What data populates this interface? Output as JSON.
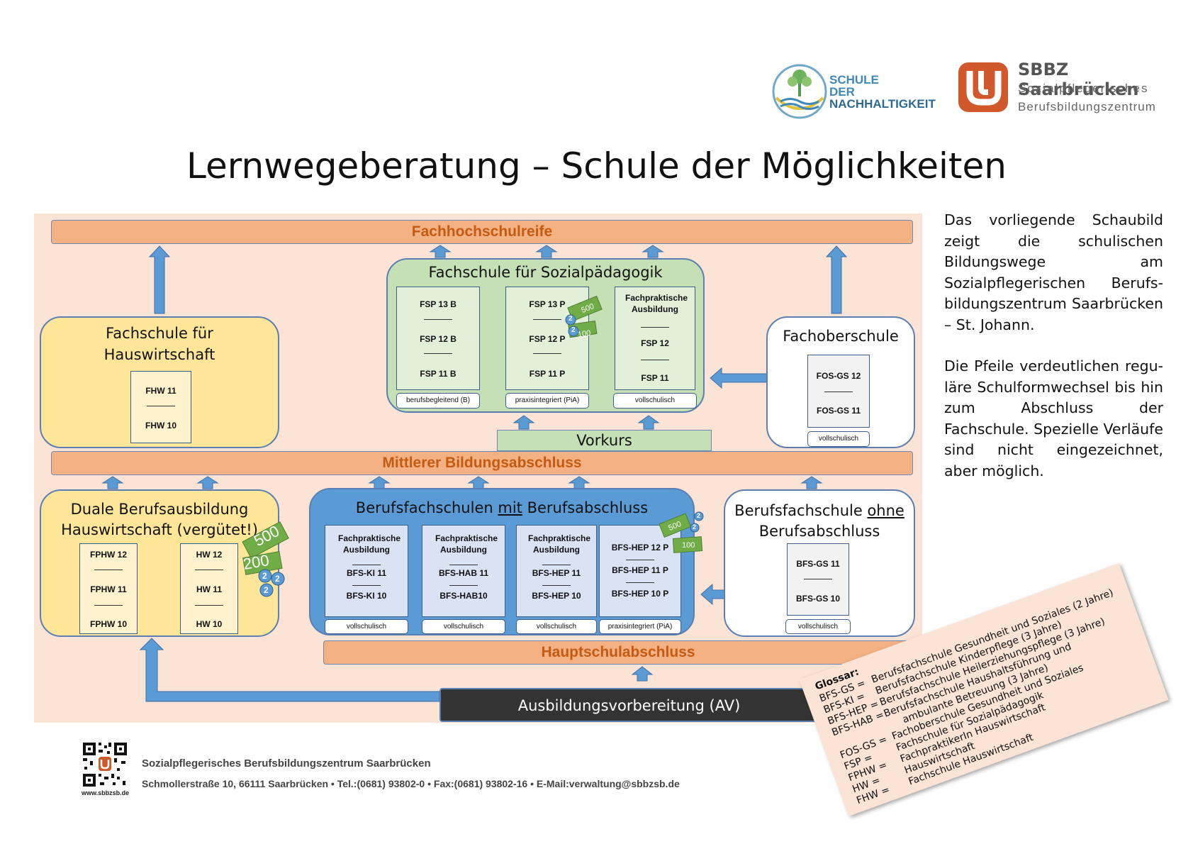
{
  "logos": {
    "nachhaltigkeit": [
      "SCHULE",
      "DER",
      "NACHHALTIGKEIT"
    ],
    "sbbz_title": "SBBZ Saarbrücken",
    "sbbz_line1": "Sozialpflegerisches",
    "sbbz_line2": "Berufsbildungszentrum"
  },
  "title": "Lernwegeberatung – Schule der Möglichkeiten",
  "bands": {
    "fhr": "Fachhochschulreife",
    "mba": "Mittlerer Bildungsabschluss",
    "hsa": "Hauptschulabschluss",
    "av": "Ausbildungsvorbereitung (AV)",
    "vorkurs": "Vorkurs"
  },
  "fsp": {
    "title": "Fachschule für Sozialpädagogik",
    "col1": [
      "FSP 13 B",
      "FSP 12 B",
      "FSP 11 B"
    ],
    "col2": [
      "FSP 13 P",
      "FSP 12 P",
      "FSP 11 P"
    ],
    "col3_head": "Fachpraktische Ausbildung",
    "col3": [
      "FSP 12",
      "FSP 11"
    ],
    "lbl1": "berufsbegleitend (B)",
    "lbl2": "praxisintegriert (PiA)",
    "lbl3": "vollschulisch"
  },
  "fhw": {
    "title1": "Fachschule für",
    "title2": "Hauswirtschaft",
    "items": [
      "FHW 11",
      "FHW 10"
    ]
  },
  "fos": {
    "title": "Fachoberschule",
    "items": [
      "FOS-GS 12",
      "FOS-GS 11"
    ],
    "lbl": "vollschulisch"
  },
  "dual": {
    "title1": "Duale Berufsausbildung",
    "title2": "Hauswirtschaft (vergütet!)",
    "col1": [
      "FPHW 12",
      "FPHW 11",
      "FPHW 10"
    ],
    "col2": [
      "HW 12",
      "HW 11",
      "HW 10"
    ]
  },
  "bfs_mit": {
    "title_pre": "Berufsfachschulen ",
    "title_u": "mit",
    "title_post": " Berufsabschluss",
    "head": "Fachpraktische Ausbildung",
    "col1": [
      "BFS-KI 11",
      "BFS-KI 10"
    ],
    "col2": [
      "BFS-HAB 11",
      "BFS-HAB10"
    ],
    "col3": [
      "BFS-HEP 11",
      "BFS-HEP 10"
    ],
    "col4": [
      "BFS-HEP 12 P",
      "BFS-HEP 11 P",
      "BFS-HEP 10 P"
    ],
    "lbl1": "vollschulisch",
    "lbl2": "vollschulisch",
    "lbl3": "vollschulisch",
    "lbl4": "praxisintegriert (PiA)"
  },
  "bfs_ohne": {
    "title_pre": "Berufsfachschule ",
    "title_u": "ohne",
    "title2": "Berufsabschluss",
    "items": [
      "BFS-GS 11",
      "BFS-GS 10"
    ],
    "lbl": "vollschulisch"
  },
  "money": {
    "n500": "500",
    "n200": "200",
    "n100": "100",
    "coin": "2"
  },
  "side_text": {
    "p1": "Das vorliegende Schaubild zeigt die schulischen Bildungswege am Sozialpflegerischen Berufs-bildungszentrum Saarbrücken – St. Johann.",
    "p2": "Die Pfeile verdeutlichen regu-läre Schulformwechsel bis hin zum Abschluss der Fachschule. Spezielle Verläufe sind nicht eingezeichnet, aber möglich."
  },
  "glossar": {
    "title": "Glossar:",
    "rows": [
      [
        "BFS-GS =",
        "Berufsfachschule Gesundheit und Soziales (2 Jahre)"
      ],
      [
        "BFS-KI =",
        "Berufsfachschule Kinderpflege (3 Jahre)"
      ],
      [
        "BFS-HEP =",
        "Berufsfachschule Heilerziehungspflege (3 Jahre)"
      ],
      [
        "BFS-HAB =",
        "Berufsfachschule Haushaltsführung und"
      ],
      [
        "",
        "ambulante Betreuung (3 Jahre)"
      ],
      [
        "FOS-GS =",
        "Fachoberschule Gesundheit und Soziales"
      ],
      [
        "FSP =",
        "Fachschule für Sozialpädagogik"
      ],
      [
        "FPHW =",
        "FachpraktikerIn Hauswirtschaft"
      ],
      [
        "HW =",
        "Hauswirtschaft"
      ],
      [
        "FHW =",
        "Fachschule Hauswirtschaft"
      ]
    ]
  },
  "footer": {
    "url": "www.sbbzsb.de",
    "line1": "Sozialpflegerisches Berufsbildungszentrum Saarbrücken",
    "line2": "Schmollerstraße 10, 66111 Saarbrücken • Tel.:(0681) 93802-0 • Fax:(0681) 93802-16 • E-Mail:verwaltung@sbbzsb.de"
  },
  "colors": {
    "panel": "#fbe3d6",
    "band": "#f4b183",
    "band_text": "#c55a11",
    "arrow": "#5b9bd5",
    "yellow": "#ffe699",
    "green": "#c5e0b4",
    "blue": "#5b9bd5",
    "logo_orange": "#d0582a"
  }
}
